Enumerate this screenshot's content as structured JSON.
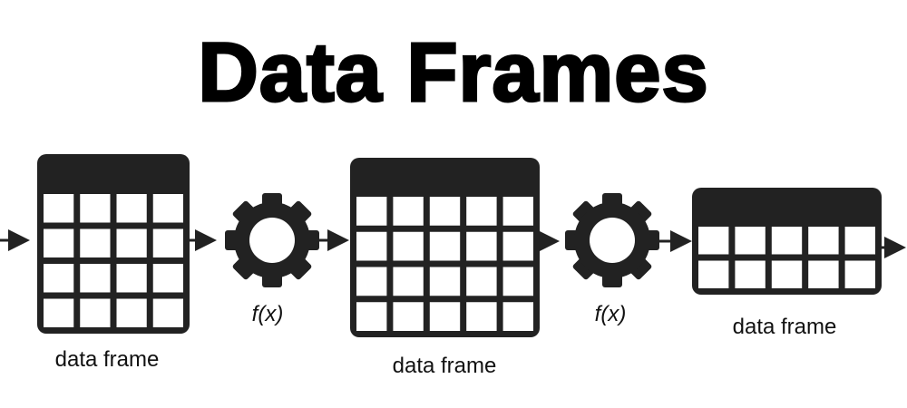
{
  "title": "Data Frames",
  "frames": [
    {
      "label": "data frame",
      "rows": 4,
      "cols": 4
    },
    {
      "label": "data frame",
      "rows": 4,
      "cols": 5
    },
    {
      "label": "data frame",
      "rows": 2,
      "cols": 5
    }
  ],
  "functions": [
    {
      "label": "f(x)",
      "icon": "gear-icon"
    },
    {
      "label": "f(x)",
      "icon": "gear-icon"
    }
  ],
  "colors": {
    "ink": "#222222",
    "cell": "#ffffff"
  }
}
